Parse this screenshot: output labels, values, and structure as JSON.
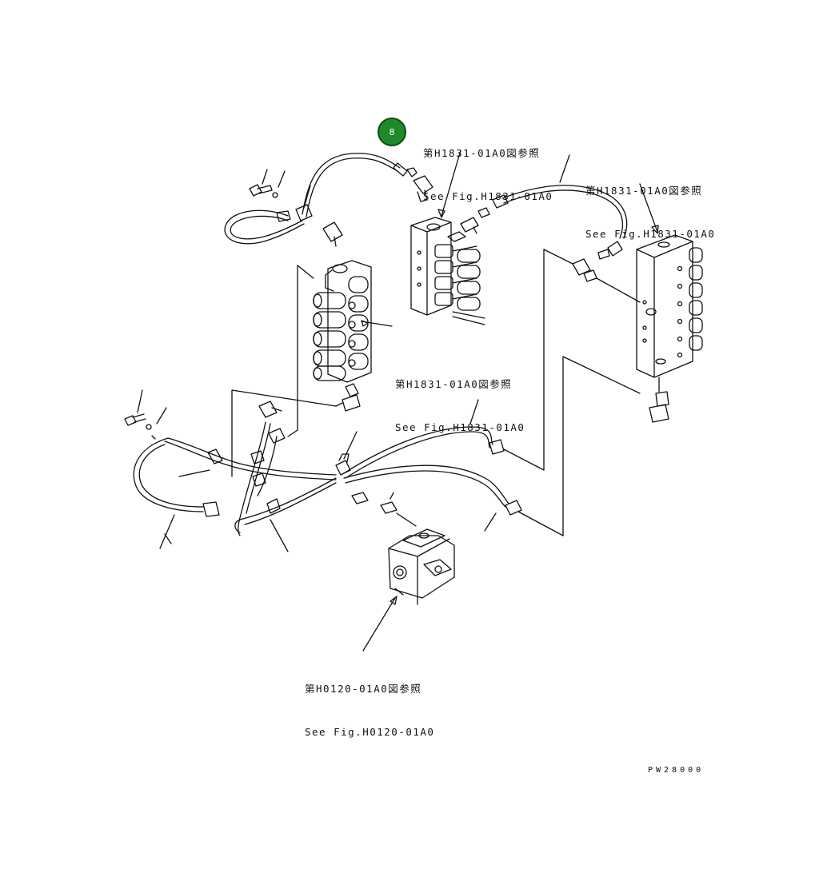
{
  "references": [
    {
      "jp": "第H1831-01A0図参照",
      "en": "See Fig.H1831-01A0"
    },
    {
      "jp": "第H1831-01A0図参照",
      "en": "See Fig.H1831-01A0"
    },
    {
      "jp": "第H1831-01A0図参照",
      "en": "See Fig.H1831-01A0"
    },
    {
      "jp": "第H0120-01A0図参照",
      "en": "See Fig.H0120-01A0"
    }
  ],
  "badge": {
    "number": "8",
    "color": "#1f8a2a"
  },
  "drawing_number": "PW28000"
}
